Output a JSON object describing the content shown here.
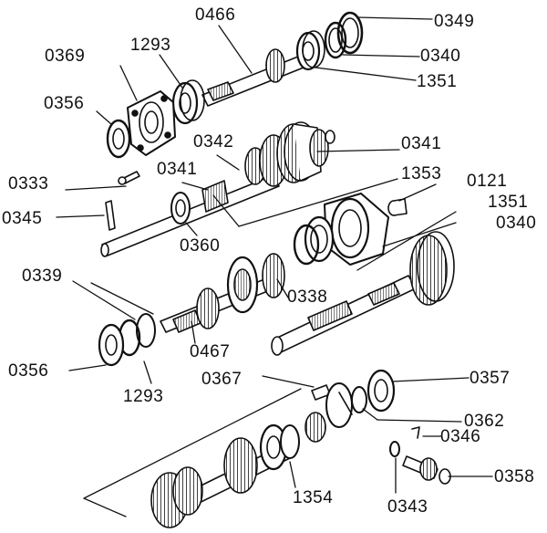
{
  "diagram": {
    "ink_color": "#111111",
    "paper_color": "#ffffff",
    "callouts": [
      {
        "id": "c0466",
        "code": "0466"
      },
      {
        "id": "c0349",
        "code": "0349"
      },
      {
        "id": "c0369",
        "code": "0369"
      },
      {
        "id": "c1293_top",
        "code": "1293"
      },
      {
        "id": "c0340_top",
        "code": "0340"
      },
      {
        "id": "c1351_top",
        "code": "1351"
      },
      {
        "id": "c0356_top",
        "code": "0356"
      },
      {
        "id": "c0342",
        "code": "0342"
      },
      {
        "id": "c0341_right",
        "code": "0341"
      },
      {
        "id": "c0333",
        "code": "0333"
      },
      {
        "id": "c0341_mid",
        "code": "0341"
      },
      {
        "id": "c1353",
        "code": "1353"
      },
      {
        "id": "c0121",
        "code": "0121"
      },
      {
        "id": "c1351_mid",
        "code": "1351"
      },
      {
        "id": "c0345",
        "code": "0345"
      },
      {
        "id": "c0340_mid",
        "code": "0340"
      },
      {
        "id": "c0360",
        "code": "0360"
      },
      {
        "id": "c0339",
        "code": "0339"
      },
      {
        "id": "c0338",
        "code": "0338"
      },
      {
        "id": "c0467",
        "code": "0467"
      },
      {
        "id": "c0356_bot",
        "code": "0356"
      },
      {
        "id": "c0367",
        "code": "0367"
      },
      {
        "id": "c0357",
        "code": "0357"
      },
      {
        "id": "c1293_bot",
        "code": "1293"
      },
      {
        "id": "c0362",
        "code": "0362"
      },
      {
        "id": "c0346",
        "code": "0346"
      },
      {
        "id": "c0358",
        "code": "0358"
      },
      {
        "id": "c1354",
        "code": "1354"
      },
      {
        "id": "c0343",
        "code": "0343"
      }
    ]
  }
}
